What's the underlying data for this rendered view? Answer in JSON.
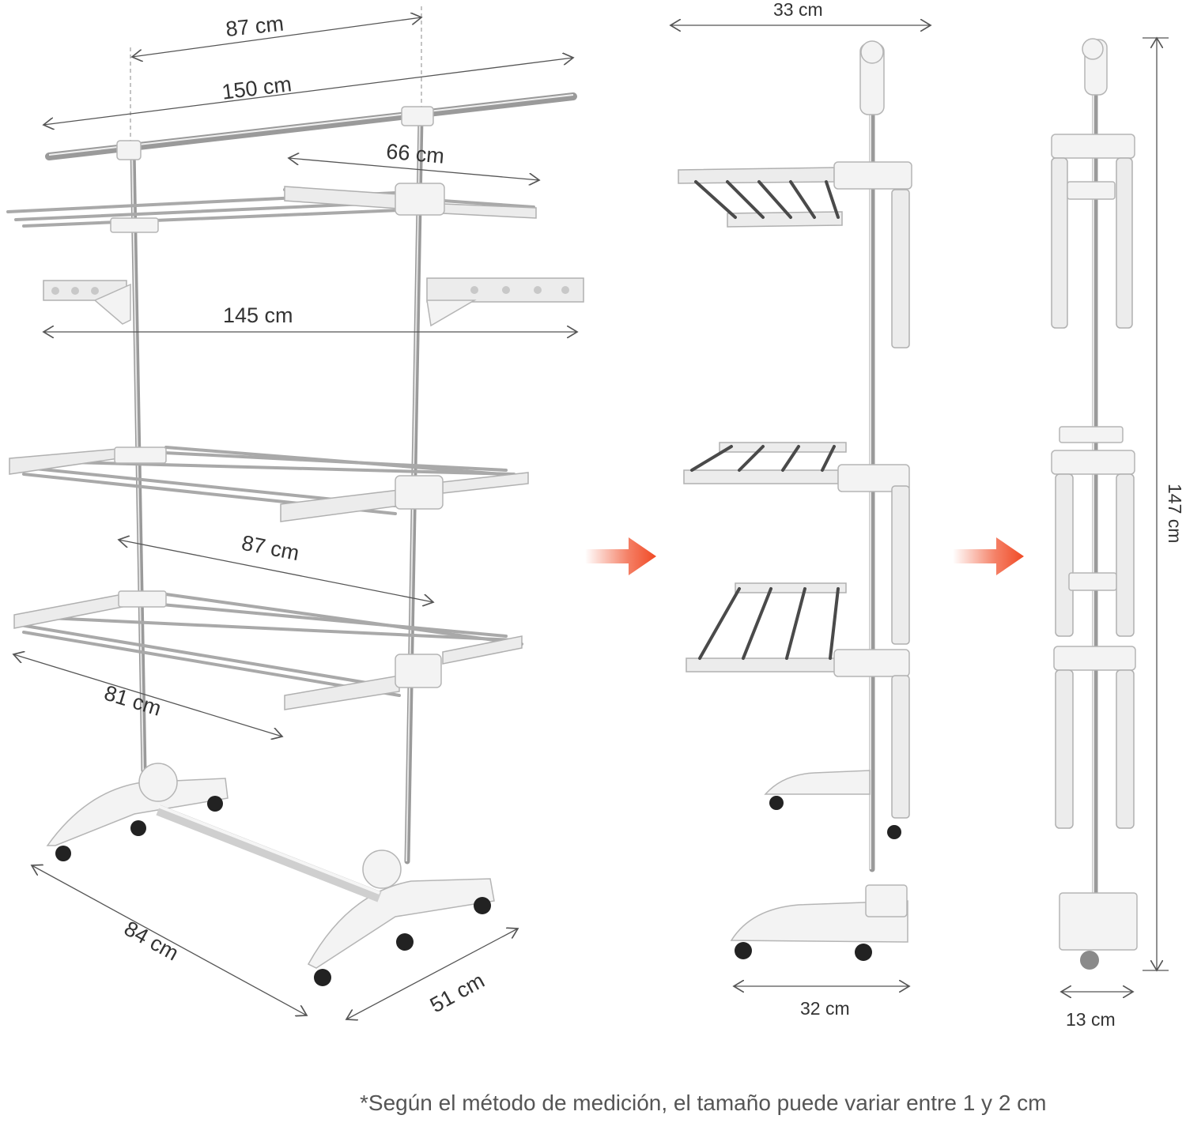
{
  "dimensions": {
    "top_width": "87 cm",
    "top_bar_length": "150 cm",
    "top_wing_width": "66 cm",
    "wing_span": "145 cm",
    "lower_shelf_width": "87 cm",
    "shelf_depth": "81 cm",
    "base_length": "84 cm",
    "base_width": "51 cm",
    "side_top_width": "33 cm",
    "side_base_width": "32 cm",
    "height": "147 cm",
    "folded_width": "13 cm"
  },
  "footnote": "*Según el método de medición, el tamaño puede variar entre 1 y 2 cm",
  "colors": {
    "arrow": "#f04a25",
    "metal": "#9a9a9a",
    "plastic": "#f3f3f3"
  }
}
